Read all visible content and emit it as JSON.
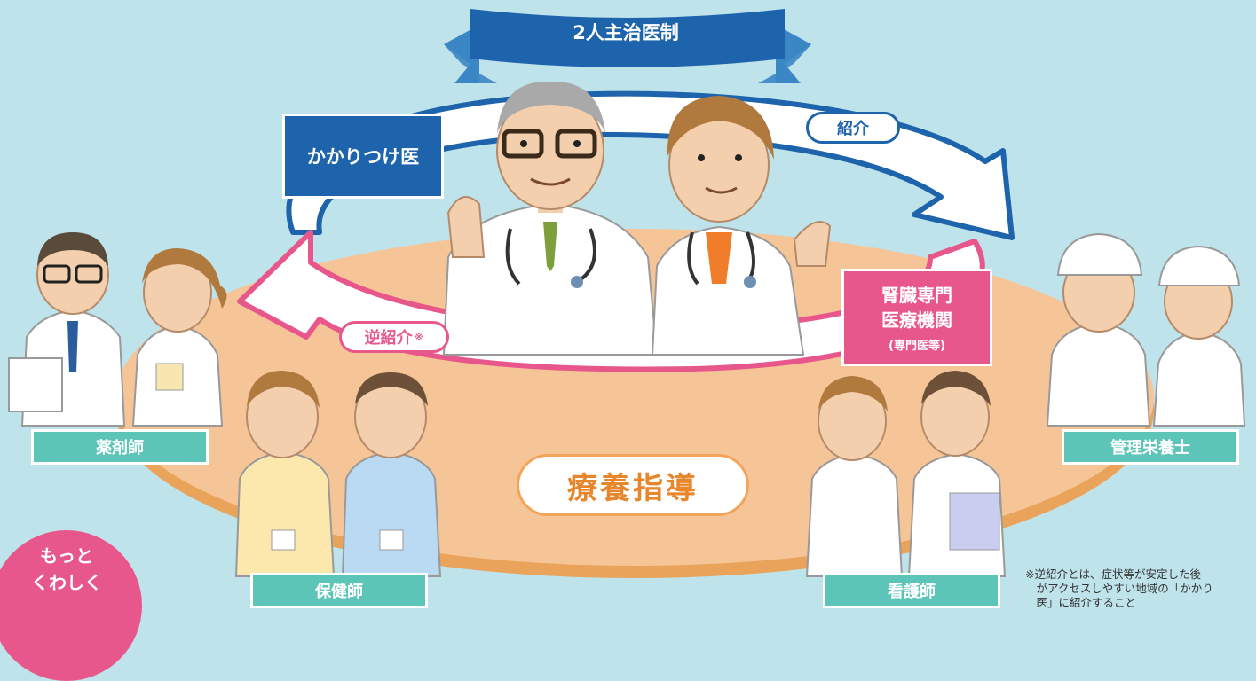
{
  "title": "2人主治医制",
  "primary_doctor_label": "かかりつけ医",
  "specialist": {
    "line1": "腎臓専門",
    "line2": "医療機関",
    "line3": "(専門医等)"
  },
  "referral_label": "紹介",
  "reverse_referral_label": "逆紹介",
  "reverse_referral_mark": "※",
  "center_label": "療養指導",
  "roles": {
    "pharmacist": "薬剤師",
    "public_health_nurse": "保健師",
    "nurse": "看護師",
    "dietitian": "管理栄養士"
  },
  "more_button": {
    "line1": "もっと",
    "line2": "くわしく"
  },
  "footnote": {
    "line1": "※逆紹介とは、症状等が安定した後",
    "line2": "　がアクセスしやすい地域の「かかり",
    "line3": "　医」に紹介すること"
  },
  "colors": {
    "blue": "#1d64ac",
    "pink": "#e8578b",
    "teal": "#5cc5b8",
    "orange": "#f2a55a",
    "background": "#bfe3ea"
  }
}
